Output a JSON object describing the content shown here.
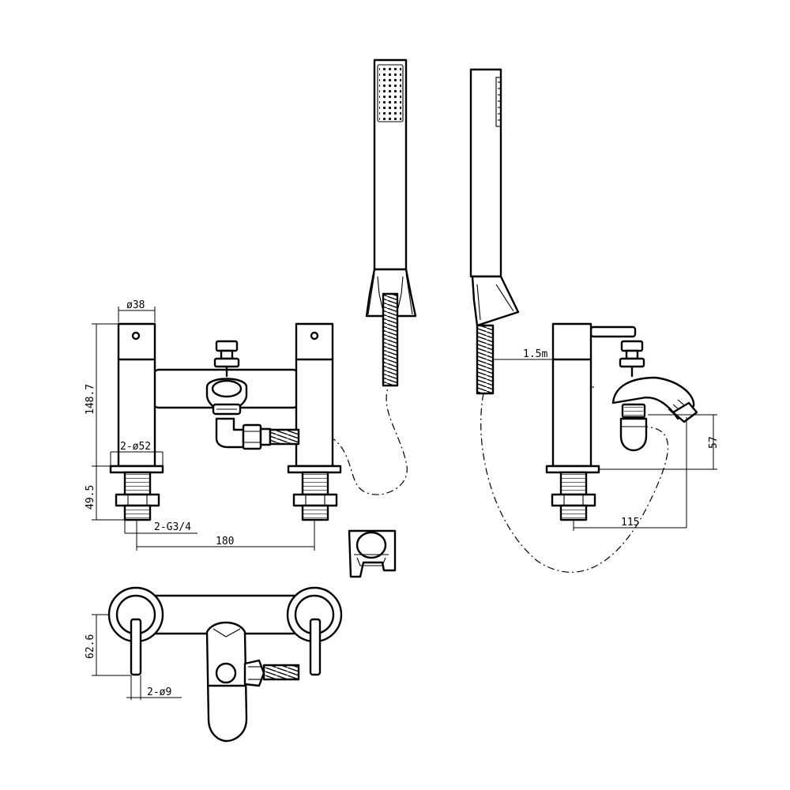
{
  "dimensions": {
    "spout_diameter": "ø38",
    "body_height": "148.7",
    "base_diameter": "2-ø52",
    "shank_length": "49.5",
    "thread": "2-G3/4",
    "centres": "180",
    "hose_length": "1.5m",
    "spout_height": "57",
    "spout_projection": "115",
    "plan_depth": "62.6",
    "hole_diameter": "2-ø9"
  },
  "colors": {
    "line": "#000000",
    "background": "#ffffff"
  }
}
